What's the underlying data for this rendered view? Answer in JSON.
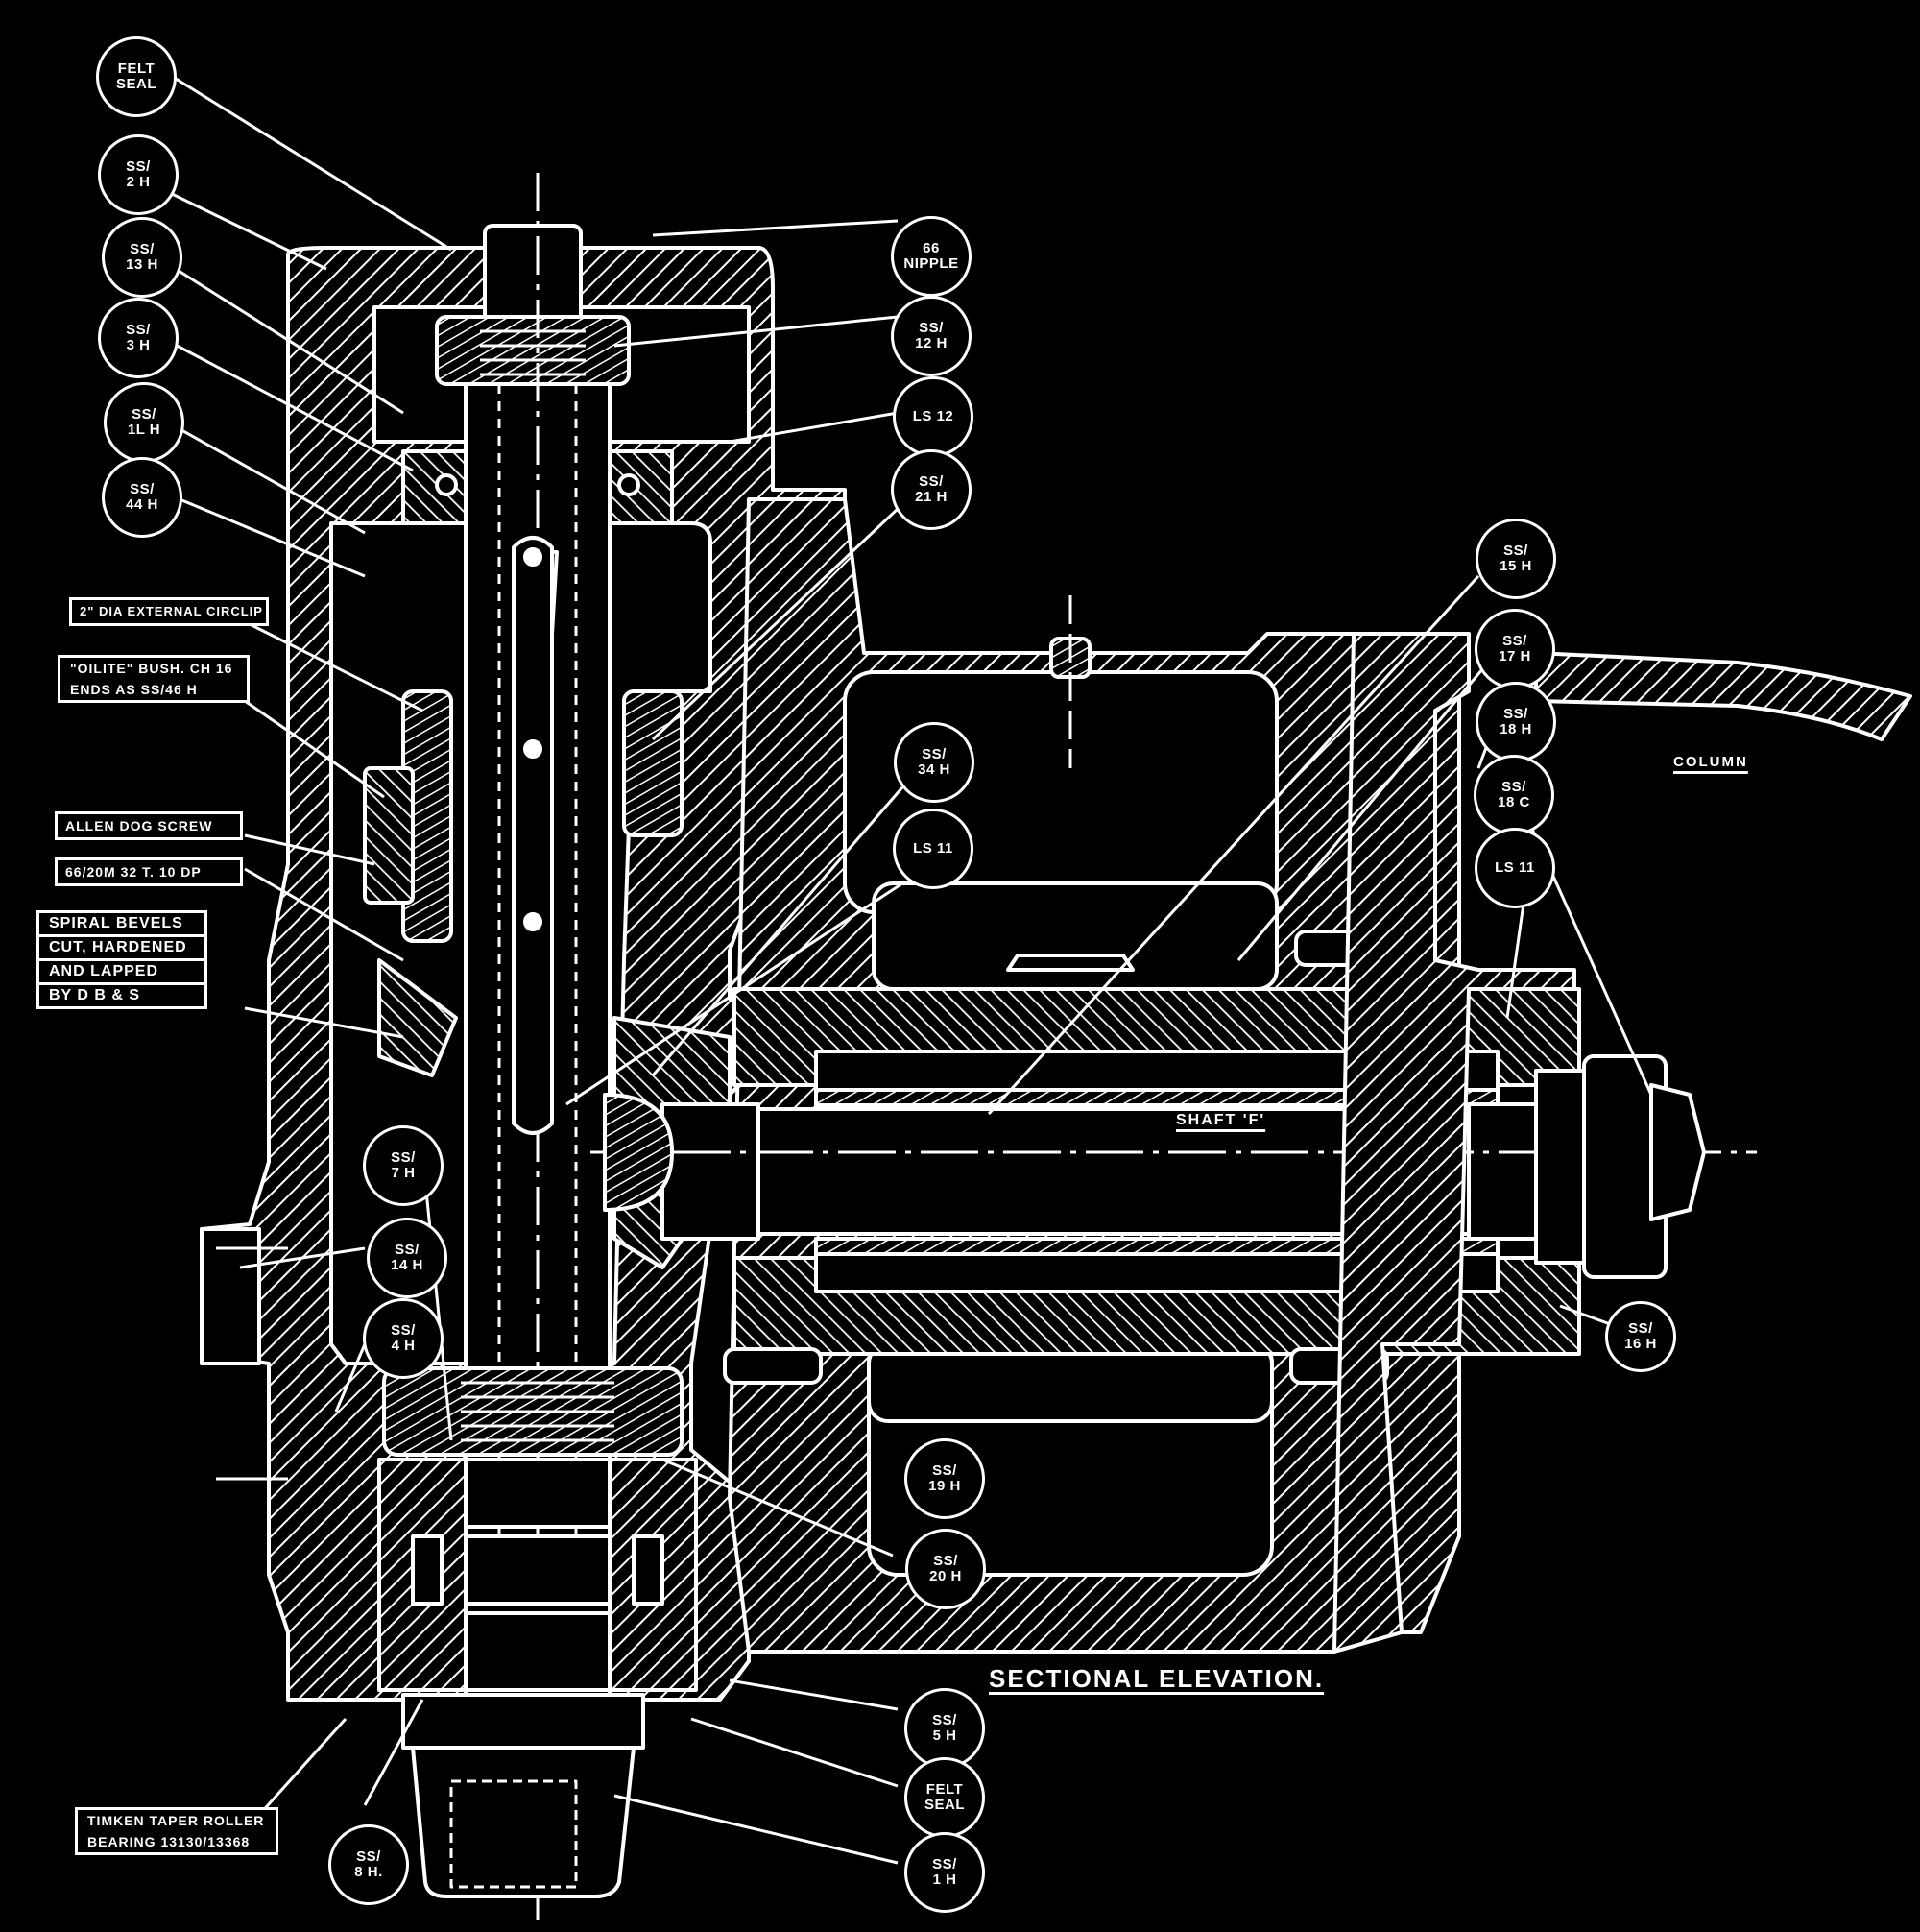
{
  "drawing": {
    "title": "SECTIONAL ELEVATION.",
    "shaft_label": "SHAFT 'F'",
    "column_label": "COLUMN",
    "colors": {
      "background": "#000000",
      "line": "#ffffff"
    }
  },
  "balloons": [
    {
      "id": "felt-seal-top",
      "text": "FELT\nSEAL"
    },
    {
      "id": "ss-2h",
      "text": "SS/\n2 H"
    },
    {
      "id": "ss-13h",
      "text": "SS/\n13 H"
    },
    {
      "id": "ss-3h",
      "text": "SS/\n3 H"
    },
    {
      "id": "ss-1lh",
      "text": "SS/\n1L H"
    },
    {
      "id": "ss-44h",
      "text": "SS/\n44 H"
    },
    {
      "id": "66-nipple",
      "text": "66\nNIPPLE"
    },
    {
      "id": "ss-12h",
      "text": "SS/\n12 H"
    },
    {
      "id": "ls12",
      "text": "LS 12"
    },
    {
      "id": "ss-21h",
      "text": "SS/\n21 H"
    },
    {
      "id": "ss-34h",
      "text": "SS/\n34 H"
    },
    {
      "id": "ls11-center",
      "text": "LS 11"
    },
    {
      "id": "ss-15h",
      "text": "SS/\n15 H"
    },
    {
      "id": "ss-17h",
      "text": "SS/\n17 H"
    },
    {
      "id": "ss-18h",
      "text": "SS/\n18 H"
    },
    {
      "id": "ss-18c",
      "text": "SS/\n18 C"
    },
    {
      "id": "ls11-right",
      "text": "LS 11"
    },
    {
      "id": "ss-16h",
      "text": "SS/\n16 H"
    },
    {
      "id": "ss-7h",
      "text": "SS/\n7 H"
    },
    {
      "id": "ss-14h",
      "text": "SS/\n14 H"
    },
    {
      "id": "ss-4h",
      "text": "SS/\n4 H"
    },
    {
      "id": "ss-19h",
      "text": "SS/\n19 H"
    },
    {
      "id": "ss-20h",
      "text": "SS/\n20 H"
    },
    {
      "id": "ss-5h",
      "text": "SS/\n5 H"
    },
    {
      "id": "felt-seal-bottom",
      "text": "FELT\nSEAL"
    },
    {
      "id": "ss-1h",
      "text": "SS/\n1 H"
    },
    {
      "id": "ss-8h",
      "text": "SS/\n8 H."
    }
  ],
  "notes": {
    "circlip": "2\" DIA EXTERNAL CIRCLIP",
    "bush": [
      "\"OILITE\" BUSH. CH 16",
      "ENDS AS SS/46 H"
    ],
    "allen_screw": "ALLEN DOG SCREW",
    "gear_spec": "66/20M 32 T. 10 DP",
    "spiral_bevels": [
      "SPIRAL BEVELS",
      "CUT, HARDENED",
      "AND LAPPED",
      "BY D B & S"
    ],
    "timken": [
      "TIMKEN TAPER ROLLER",
      "BEARING 13130/13368"
    ]
  }
}
